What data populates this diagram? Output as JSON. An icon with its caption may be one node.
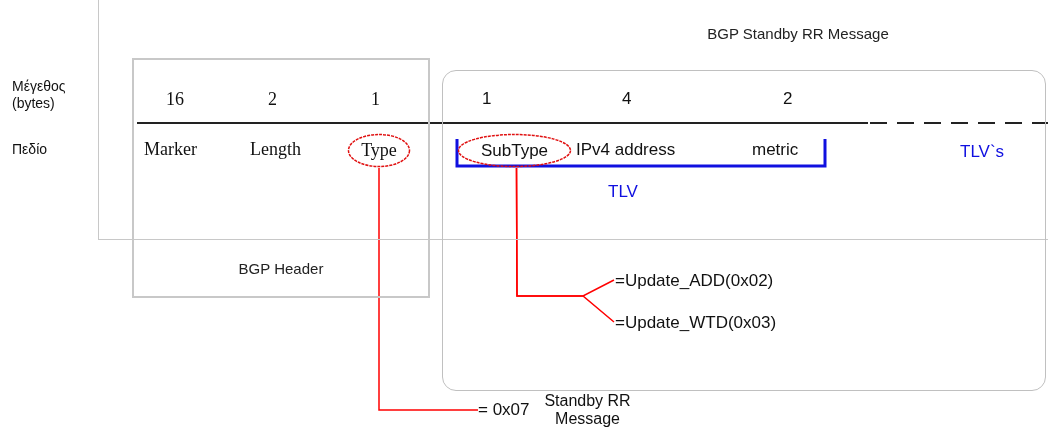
{
  "diagram": {
    "nodes": [
      {
        "text": [
          "BGP Standby RR Message"
        ]
      },
      {
        "text": [
          "BGP Header"
        ]
      },
      {
        "text": [],
        "shape": "box"
      },
      {
        "text": [
          "Type"
        ]
      },
      {
        "text": [
          "SubType"
        ]
      },
      {
        "text": [
          "=Update_ADD(0x02)"
        ],
        "in": 2
      },
      {
        "text": [
          "=Update_WTD(0x03)"
        ],
        "in": 2
      },
      {
        "text": [
          "= 0x07",
          "Standby RR Message"
        ]
      }
    ],
    "edges": [
      {
        "from": 3,
        "to": 7,
        "arrow": "none"
      },
      {
        "from": 4,
        "to": 5,
        "arrow": "none"
      },
      {
        "from": 4,
        "to": 6,
        "arrow": "none"
      }
    ],
    "labels": [
      "Μέγεθος (bytes)",
      "16",
      "2",
      "1",
      "1",
      "4",
      "2",
      "Πεδίο",
      "Marker",
      "Length",
      "IPv4 address",
      "metric",
      "TLV`s",
      "TLV"
    ]
  }
}
